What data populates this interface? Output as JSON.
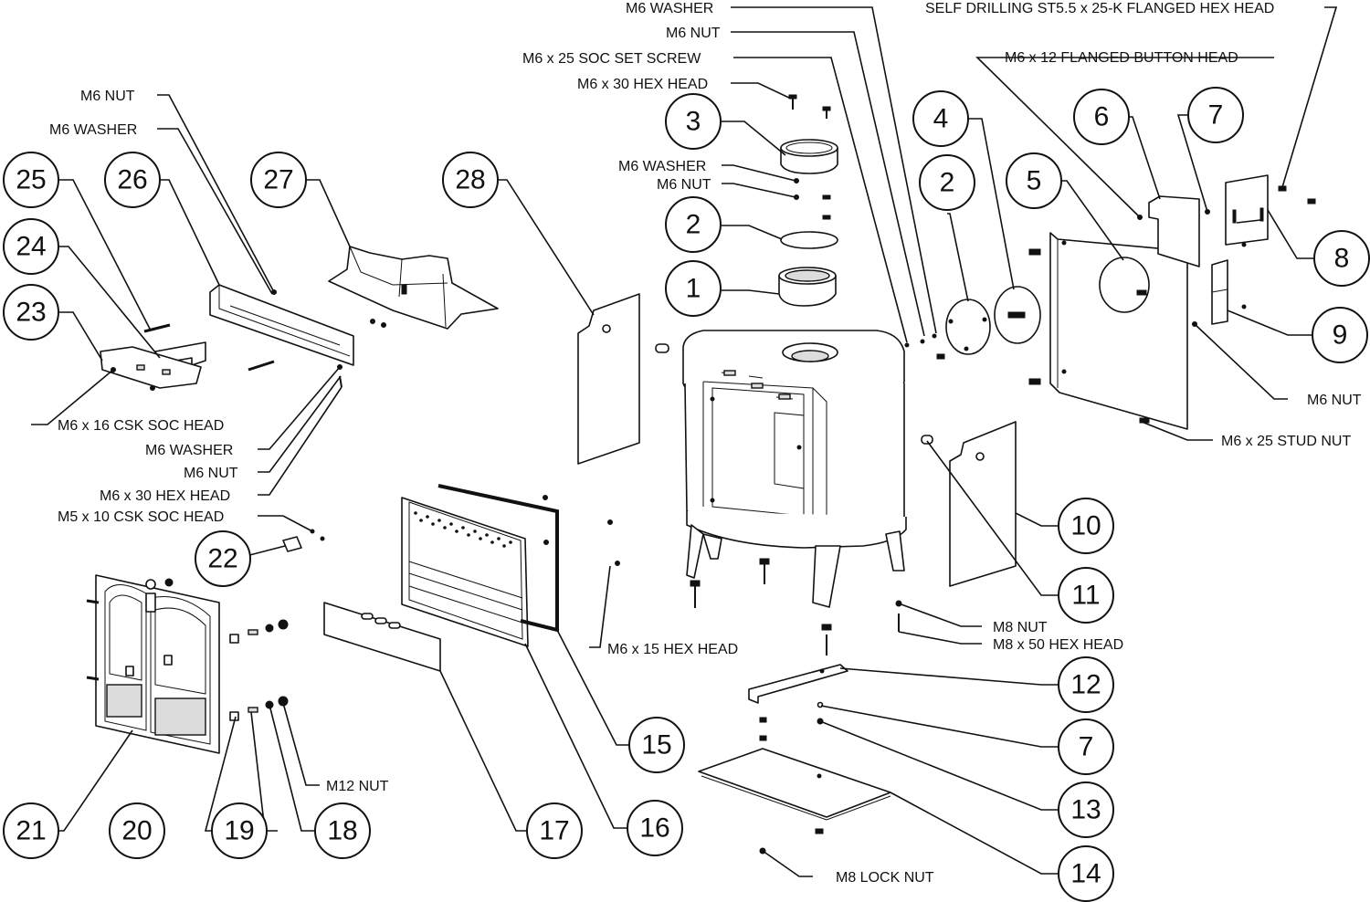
{
  "callouts": [
    "1",
    "2",
    "3",
    "4",
    "2",
    "5",
    "6",
    "7",
    "8",
    "9",
    "10",
    "11",
    "12",
    "7",
    "13",
    "14",
    "15",
    "16",
    "17",
    "18",
    "19",
    "20",
    "21",
    "22",
    "23",
    "24",
    "25",
    "26",
    "27",
    "28"
  ],
  "labels": [
    "M6 WASHER",
    "M6 NUT",
    "M6 x 25 SOC SET SCREW",
    "M6 x 30 HEX HEAD",
    "SELF DRILLING ST5.5 x 25-K FLANGED HEX HEAD",
    "M6 x 12 FLANGED BUTTON HEAD",
    "M6 WASHER",
    "M6 NUT",
    "M6 NUT",
    "M6 WASHER",
    "M6 NUT",
    "M6 x 25 STUD NUT",
    "M6 x 16 CSK SOC HEAD",
    "M6 WASHER",
    "M6 NUT",
    "M6 x 30 HEX HEAD",
    "M5 x 10 CSK SOC HEAD",
    "M8 NUT",
    "M8 x 50 HEX HEAD",
    "M6 x 15 HEX HEAD",
    "M12  NUT",
    "M8 LOCK NUT"
  ]
}
